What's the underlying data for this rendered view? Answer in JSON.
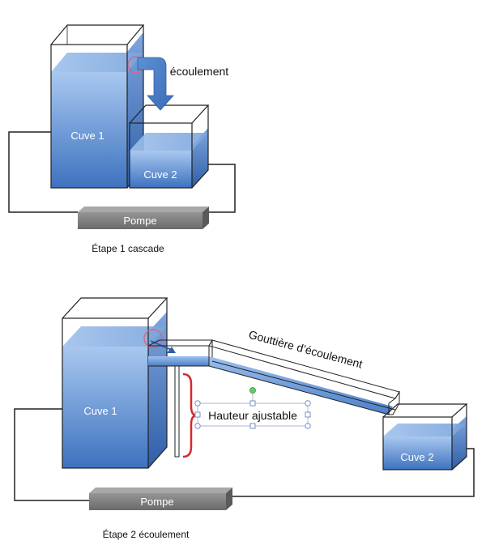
{
  "stage1": {
    "tank1_label": "Cuve 1",
    "tank2_label": "Cuve 2",
    "pump_label": "Pompe",
    "flow_label": "écoulement",
    "caption": "Étape 1 cascade"
  },
  "stage2": {
    "tank1_label": "Cuve 1",
    "tank2_label": "Cuve 2",
    "pump_label": "Pompe",
    "gutter_label": "Gouttière d’écoulement",
    "height_label": "Hauteur ajustable",
    "caption": "Étape 2 écoulement"
  },
  "colors": {
    "water_light": "#8fb8ea",
    "water_dark": "#3d72bf",
    "pump": "#7d7d7d",
    "bracket": "#d42a2a",
    "flow_arrow": "#4a7fc8",
    "handle": "#7d8ec4"
  }
}
